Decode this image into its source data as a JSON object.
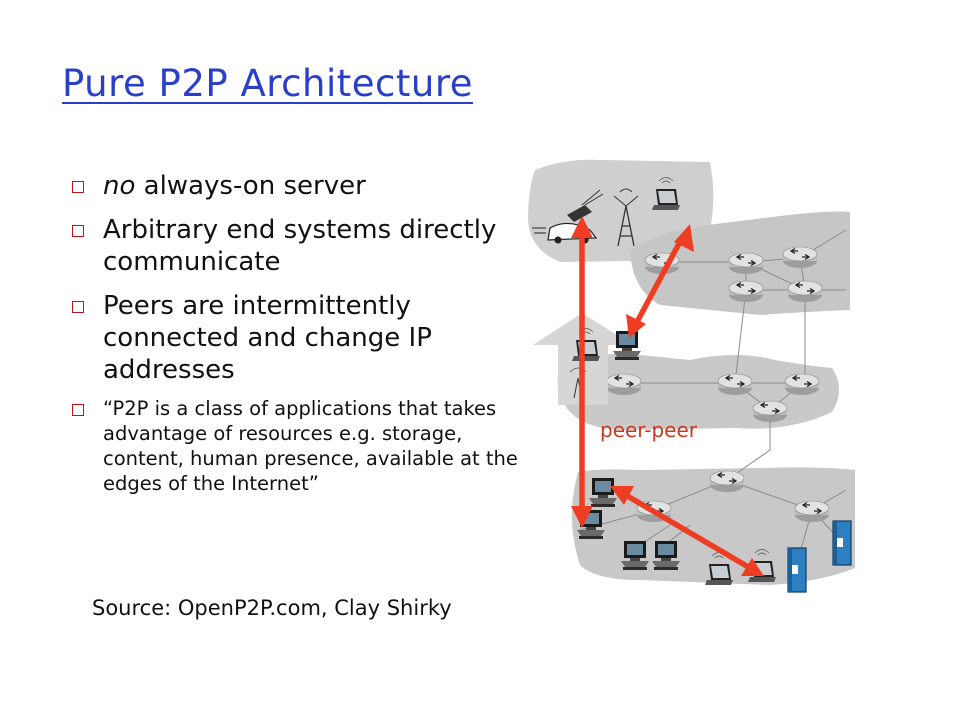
{
  "slide": {
    "title": "Pure P2P Architecture",
    "bullets": [
      {
        "prefix": "no",
        "text": " always-on server"
      },
      {
        "prefix": "",
        "text": "Arbitrary end systems directly communicate"
      },
      {
        "prefix": "",
        "text": "Peers are intermittently connected and change IP addresses"
      },
      {
        "prefix": "",
        "text": "“P2P is a class of applications that takes advantage of resources e.g. storage,  content, human presence, available at the edges of the Internet”"
      }
    ],
    "source": "Source: OpenP2P.com, Clay Shirky"
  },
  "diagram": {
    "peer_label": "peer-peer",
    "colors": {
      "arrow": "#ee3d22",
      "cloud": "#c8c8c8",
      "router": "#d9d9d9",
      "link": "#8a8a8a",
      "upward_arrow": "#d6d6d6",
      "bullet_box": "#c0141b",
      "title": "#2a3fc9"
    },
    "icons": [
      "cellphone-icon",
      "car-icon",
      "cell-tower-icon",
      "laptop-icon",
      "desktop-pc-icon",
      "router-icon",
      "server-icon",
      "upward-arrow-icon"
    ]
  }
}
